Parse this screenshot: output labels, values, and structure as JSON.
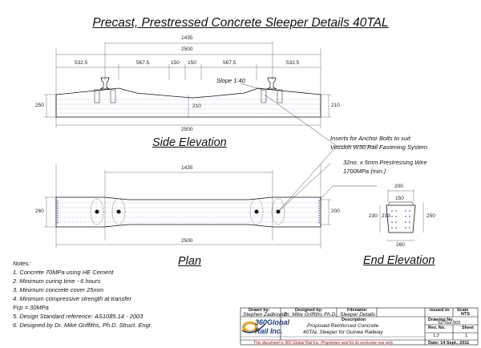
{
  "title": "Precast, Prestressed Concrete Sleeper Details 40TAL",
  "views": {
    "side": "Side Elevation",
    "plan": "Plan",
    "end": "End Elevation"
  },
  "side_dims": {
    "overall_rail": "1435",
    "length": "2500",
    "segments": [
      "532.5",
      "567.5",
      "150",
      "150",
      "567.5",
      "532.5"
    ],
    "height_left": "250",
    "height_mid": "210",
    "height_right": "210",
    "length_bottom": "2500",
    "slope": "Slope 1:40"
  },
  "plan_dims": {
    "rail": "1435",
    "width_left": "260",
    "width_right": "200",
    "length": "2500"
  },
  "end_dims": {
    "top": "200",
    "inner": "150",
    "height_left": "230",
    "bottom_left": "210",
    "height_right": "250",
    "bottom": "260"
  },
  "callouts": {
    "inserts": [
      "Inserts for Anchor Bolts to suit",
      "Vossloh W30 Rail Fastening System"
    ],
    "wire": [
      "32no. x 5mm Prestressing Wire",
      "1700MPa (min.)"
    ]
  },
  "notes": {
    "heading": "Notes:",
    "items": [
      "1.  Concrete 70MPa using HE Cement",
      "2.  Minimum curing time - 6 hours",
      "3.  Minimum concrete cover 25mm",
      "4.  Minimum compressive strength at transfer",
      "     Fcp = 30MPa",
      "5.  Design Standard reference: AS1085.14 - 2003",
      "6.  Designed by Dr. Mike Griffiths, Ph.D. Struct. Engr."
    ]
  },
  "title_block": {
    "drawn_by_label": "Drawn by:",
    "drawn_by": "Stephen Zadkovich",
    "designed_by_label": "Designed by:",
    "designed_by": "Dr. Mike Griffiths  Ph.D.",
    "filename_label": "Filename:",
    "filename": "Sleeper Details",
    "issued_to_label": "Issued to:",
    "scale_label": "Scale",
    "scale": "NTS",
    "description_label": "Description",
    "description_1": "Proposed Reinforced Concrete",
    "description_2": "40TAL Sleeper for Guinea Railway",
    "drawing_no_label": "Drawing No.",
    "drawing_no": "SZ-Gui-005",
    "rev_label": "Rev. No.",
    "rev": "1.3",
    "sheet_label": "Sheet",
    "sheet": "1",
    "date": "Date:  14 Sept., 2011",
    "logo_1": "360Global",
    "logo_2": "Rail Inc.",
    "footer": "This document is 360 Global Rail Inc. Proprietary and for its exclusive use only."
  }
}
